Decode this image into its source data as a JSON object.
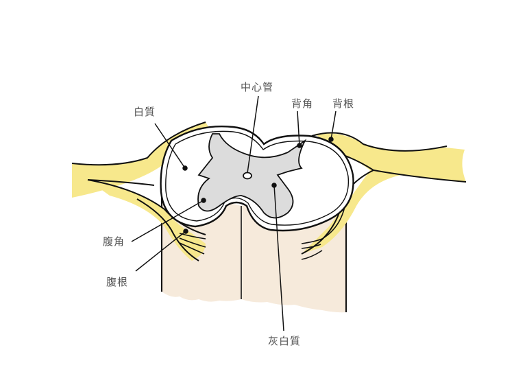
{
  "diagram": {
    "subject": "spinal cord cross-section",
    "colors": {
      "nerve": "#f7e88c",
      "cord_body": "#f6eadb",
      "gray_matter": "#dcdcdc",
      "white_matter": "#ffffff",
      "outline": "#111111",
      "label_text": "#555555"
    },
    "labels": {
      "central_canal": "中心管",
      "white_matter": "白質",
      "dorsal_horn": "背角",
      "dorsal_root": "背根",
      "ventral_horn": "腹角",
      "ventral_root": "腹根",
      "gray_matter": "灰白質"
    }
  }
}
